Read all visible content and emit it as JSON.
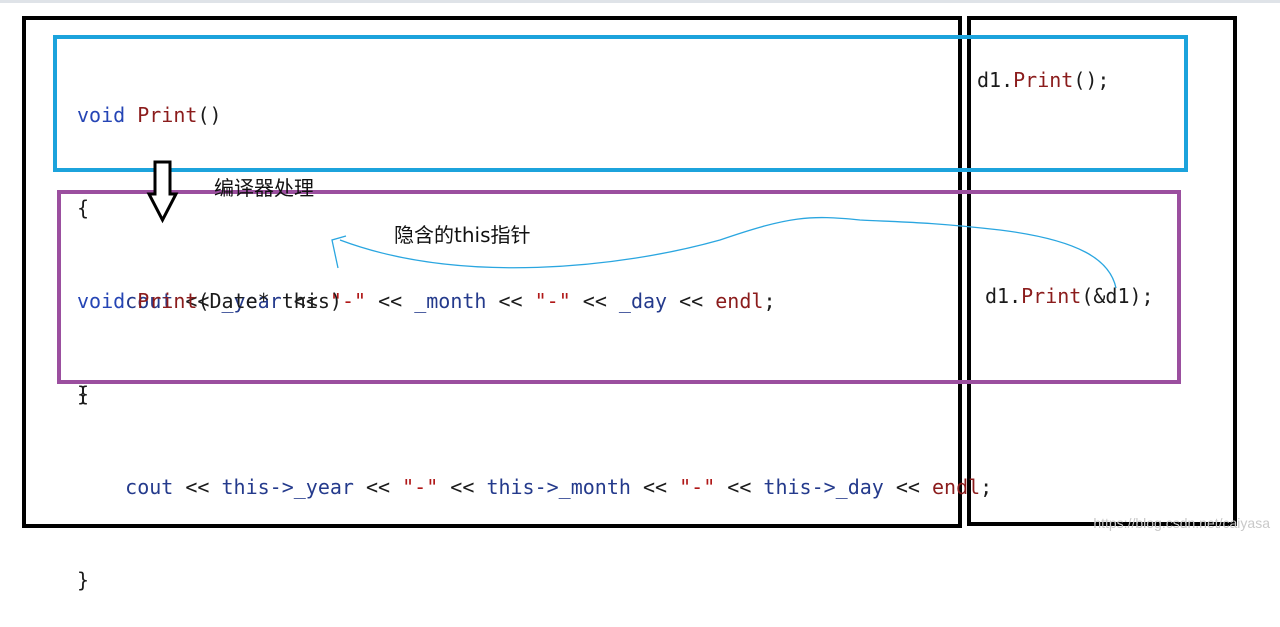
{
  "code_before": {
    "line1": {
      "kw": "void",
      "fn": "Print",
      "rest": "()"
    },
    "line2": "{",
    "line3": {
      "cout": "cout",
      "op1": " << ",
      "year": "_year",
      "op2": " << ",
      "str1": "\"-\"",
      "op3": " << ",
      "month": "_month",
      "op4": " << ",
      "str2": "\"-\"",
      "op5": " << ",
      "day": "_day",
      "op6": " << ",
      "endl": "endl",
      "end": ";"
    },
    "line4": "}"
  },
  "code_after": {
    "line1": {
      "kw": "void",
      "fn": "Print",
      "rest": "(Date* this)"
    },
    "line2": "{",
    "line3": {
      "cout": "cout",
      "op1": " << ",
      "year": "this->_year",
      "op2": " << ",
      "str1": "\"-\"",
      "op3": " << ",
      "month": "this->_month",
      "op4": " << ",
      "str2": "\"-\"",
      "op5": " << ",
      "day": "this->_day",
      "op6": " << ",
      "endl": "endl",
      "end": ";"
    },
    "line4": "}"
  },
  "labels": {
    "compiler_processing": "编译器处理",
    "implicit_this": "隐含的this指针"
  },
  "calls": {
    "before": {
      "obj": "d1.",
      "fn": "Print",
      "rest": "();"
    },
    "after": {
      "obj": "d1.",
      "fn": "Print",
      "rest": "(&d1);"
    }
  },
  "watermark": "https://blog.csdn.net/caiyasa",
  "colors": {
    "blue_box": "#1ca3dc",
    "purple_box": "#9b4f9f",
    "keyword": "#2545b5",
    "function": "#8b1c1c",
    "string": "#b01818",
    "curve": "#2aa6e0"
  }
}
